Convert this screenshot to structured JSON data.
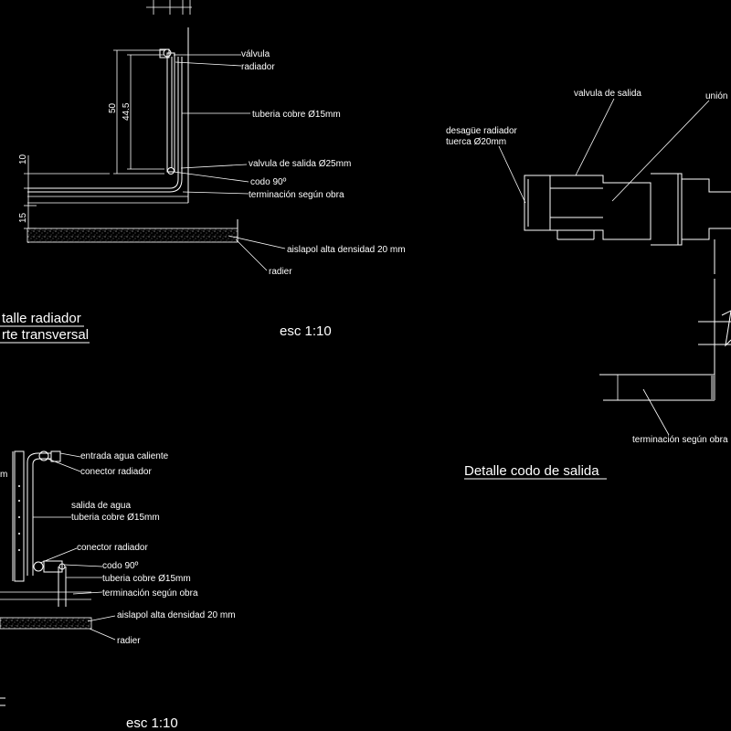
{
  "colors": {
    "background": "#000000",
    "lines": "#ffffff"
  },
  "top_left": {
    "labels": {
      "valvula": "válvula",
      "radiador": "radiador",
      "tuberia": "tuberia cobre  Ø15mm",
      "valvula_salida": "valvula de salida Ø25mm",
      "codo": "codo 90º",
      "terminacion": "terminación según obra",
      "aislapol": "aislapol alta densidad 20 mm",
      "radier": "radier"
    },
    "dims": {
      "d50": "50",
      "d445": "44.5",
      "d10": "10",
      "d15": "15"
    },
    "title_line1": "talle radiador",
    "title_line2": "rte transversal",
    "scale": "esc 1:10"
  },
  "right": {
    "labels": {
      "valvula_salida": "valvula de salida",
      "union": "unión",
      "desague": "desagüe radiador",
      "tuerca": "tuerca Ø20mm",
      "terminacion": "terminación según obra"
    },
    "title": "Detalle codo de salida"
  },
  "bottom_left": {
    "labels": {
      "entrada": "entrada agua caliente",
      "conector1": "conector radiador",
      "salida": "salida de agua",
      "tuberia1": "tuberia cobre Ø15mm",
      "conector2": "conector radiador",
      "codo": "codo 90º",
      "tuberia2": "tuberia cobre Ø15mm",
      "terminacion": "terminación según obra",
      "aislapol": "aislapol alta densidad 20 mm",
      "radier": "radier"
    },
    "edge_text": "m",
    "scale": "esc 1:10"
  }
}
